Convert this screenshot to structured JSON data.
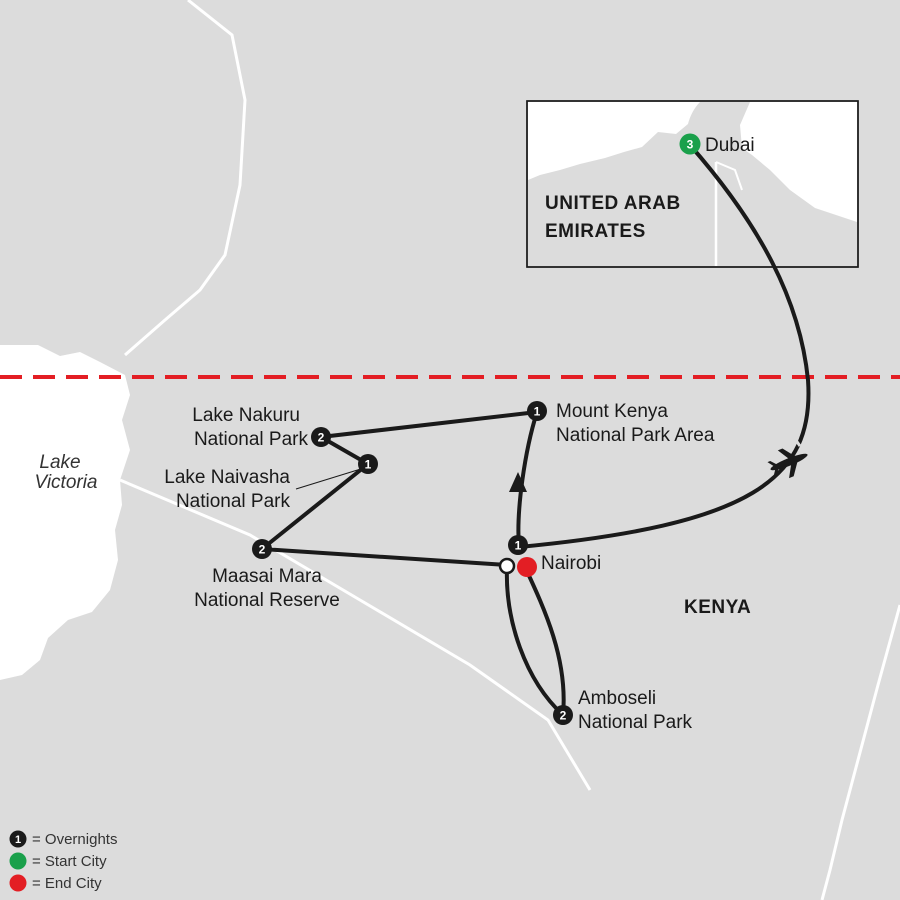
{
  "map": {
    "colors": {
      "land": "#dcdcdc",
      "water": "#ffffff",
      "border": "#ffffff",
      "route": "#1a1a1a",
      "equator": "#e31e24",
      "start": "#1aa04b",
      "end": "#e31e24",
      "overnight": "#1a1a1a"
    },
    "regions": {
      "kenya": "KENYA",
      "uae_line1": "UNITED ARAB",
      "uae_line2": "EMIRATES",
      "lake_line1": "Lake",
      "lake_line2": "Victoria"
    },
    "stops": {
      "dubai": {
        "name": "Dubai",
        "nights": "3",
        "type": "start"
      },
      "mount_kenya": {
        "name_line1": "Mount Kenya",
        "name_line2": "National Park Area",
        "nights": "1"
      },
      "lake_nakuru": {
        "name_line1": "Lake Nakuru",
        "name_line2": "National Park",
        "nights": "2"
      },
      "lake_naivasha": {
        "name_line1": "Lake Naivasha",
        "name_line2": "National Park",
        "nights": "1"
      },
      "maasai_mara": {
        "name_line1": "Maasai Mara",
        "name_line2": "National Reserve",
        "nights": "2"
      },
      "nairobi": {
        "name": "Nairobi",
        "nights": "1",
        "type": "end"
      },
      "amboseli": {
        "name_line1": "Amboseli",
        "name_line2": "National Park",
        "nights": "2"
      }
    },
    "icons": {
      "plane": "airplane-icon",
      "direction": "direction-arrow-icon"
    },
    "legend": {
      "overnights_symbol": "1",
      "overnights": "= Overnights",
      "start": "= Start City",
      "end": "= End City"
    }
  }
}
